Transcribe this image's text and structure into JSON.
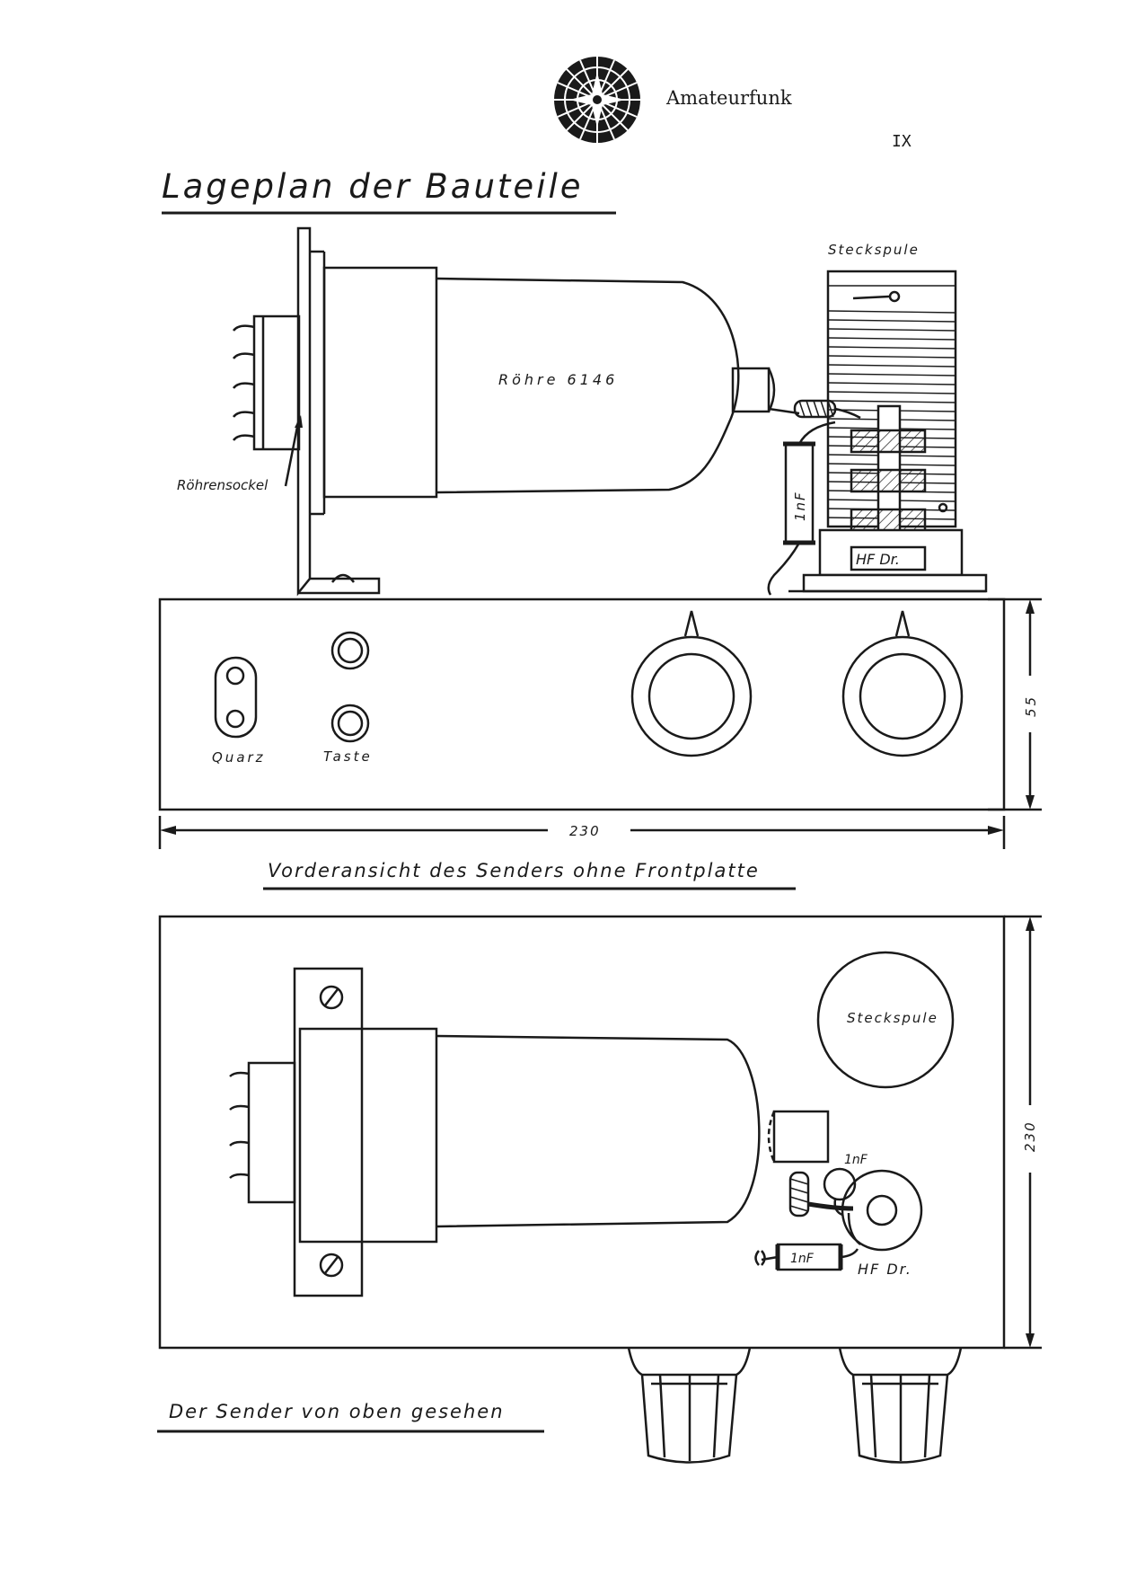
{
  "header": {
    "brand": "Amateurfunk",
    "page_number": "IX",
    "logo_icon": "compass-rose-icon"
  },
  "title": "Lageplan der Bauteile",
  "front_view": {
    "coil_label": "Steckspule",
    "tube_label": "Röhre 6146",
    "socket_label": "Röhrensockel",
    "capacitor_label": "1nF",
    "choke_label": "HF Dr.",
    "crystal_label": "Quarz",
    "key_label": "Taste",
    "dim_height": "55",
    "dim_width": "230",
    "caption": "Vorderansicht des Senders ohne Frontplatte"
  },
  "top_view": {
    "coil_label": "Steckspule",
    "capacitor_label_1": "1nF",
    "capacitor_label_2": "1nF",
    "choke_label": "HF Dr.",
    "dim_depth": "230",
    "caption": "Der Sender von oben gesehen"
  },
  "colors": {
    "ink": "#1a1a1a",
    "paper": "#ffffff"
  }
}
